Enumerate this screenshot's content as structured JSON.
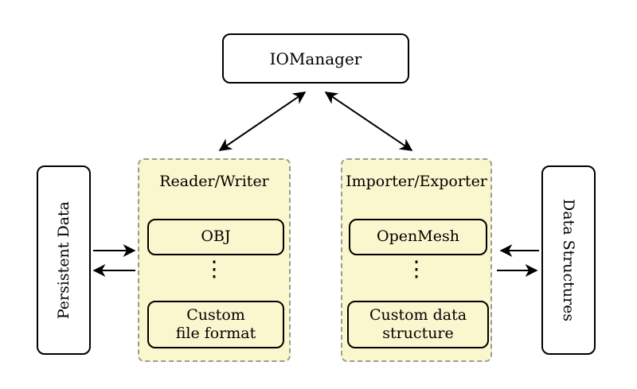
{
  "diagram": {
    "io_manager": {
      "label": "IOManager"
    },
    "persistent_data": {
      "label": "Persistent Data"
    },
    "data_structures": {
      "label": "Data Structures"
    },
    "reader_writer": {
      "title": "Reader/Writer",
      "ellipsis": "⋮",
      "items": [
        {
          "lines": [
            "OBJ",
            ""
          ]
        },
        {
          "lines": [
            "Custom",
            "file format"
          ]
        }
      ]
    },
    "importer_exporter": {
      "title": "Importer/Exporter",
      "ellipsis": "⋮",
      "items": [
        {
          "lines": [
            "OpenMesh",
            ""
          ]
        },
        {
          "lines": [
            "Custom data",
            "structure"
          ]
        }
      ]
    },
    "colors": {
      "group_fill": "#FAF6CD",
      "group_border": "#9B9B9B",
      "box_border": "#000000",
      "arrow": "#000000"
    }
  }
}
